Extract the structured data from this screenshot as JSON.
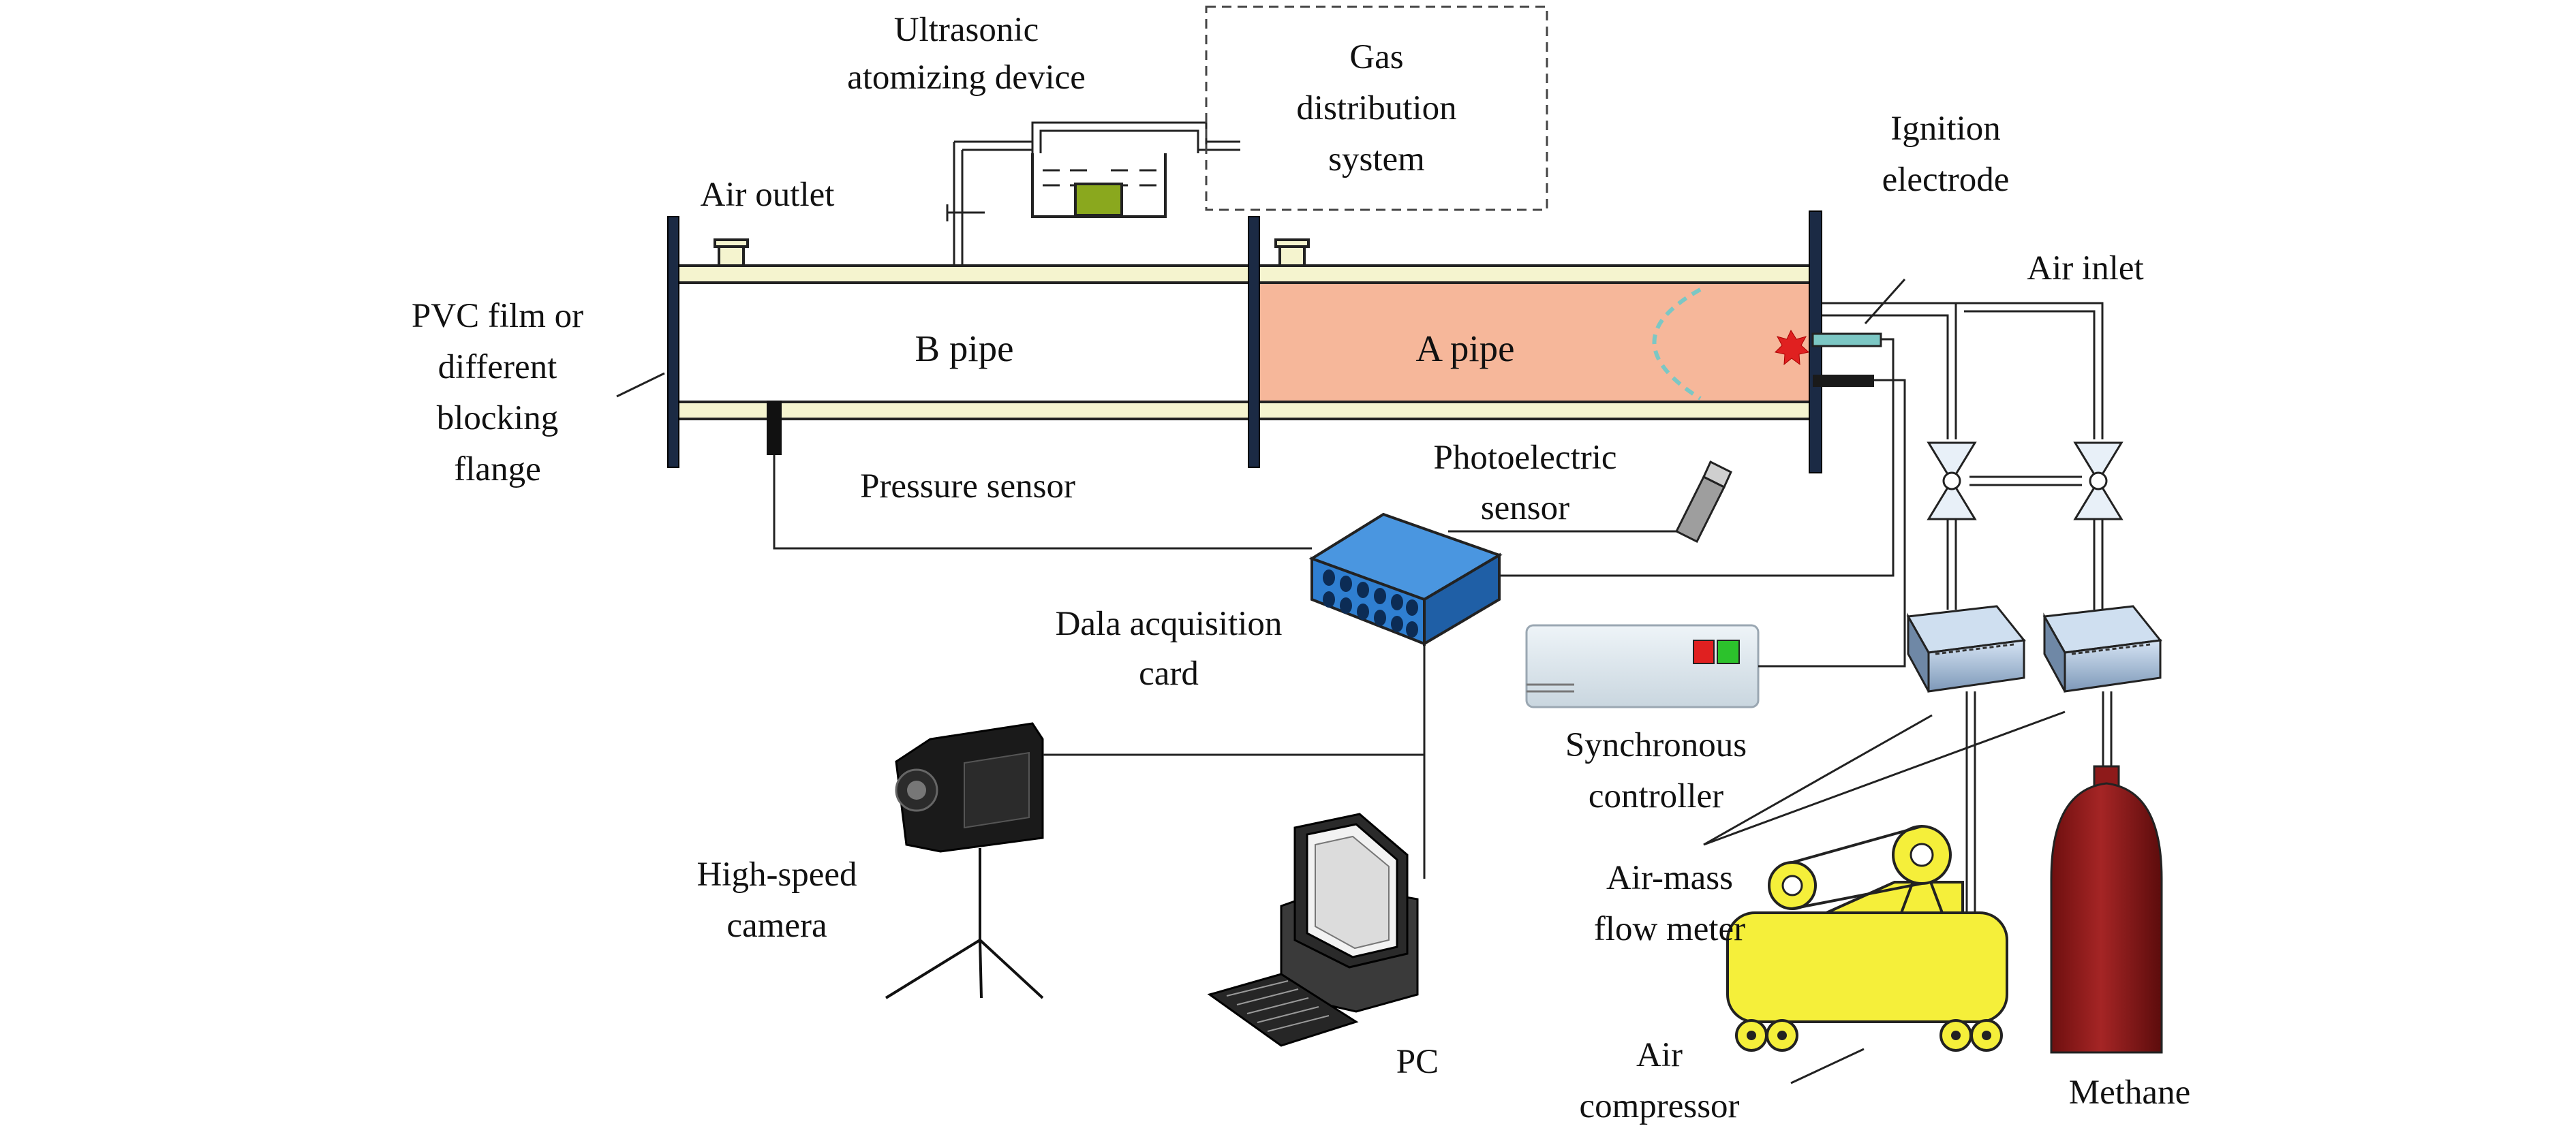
{
  "labels": {
    "ultrasonic": [
      "Ultrasonic",
      "atomizing device"
    ],
    "gas_distribution": [
      "Gas",
      "distribution",
      "system"
    ],
    "ignition_electrode": [
      "Ignition",
      "electrode"
    ],
    "air_outlet": "Air outlet",
    "air_inlet": "Air inlet",
    "pvc_film": [
      "PVC film or",
      "different",
      "blocking",
      "flange"
    ],
    "b_pipe": "B pipe",
    "a_pipe": "A pipe",
    "pressure_sensor": "Pressure sensor",
    "photoelectric_sensor": [
      "Photoelectric",
      "sensor"
    ],
    "daq_card": [
      "Dala acquisition",
      "card"
    ],
    "synchronous_controller": [
      "Synchronous",
      "controller"
    ],
    "high_speed_camera": [
      "High-speed",
      "camera"
    ],
    "air_mass_flow_meter": [
      "Air-mass",
      "flow meter"
    ],
    "pc": "PC",
    "air_compressor": [
      "Air",
      "compressor"
    ],
    "methane": "Methane"
  },
  "colors": {
    "a_pipe_fill": "#f6b79a",
    "pipe_wall": "#f5f4cf",
    "flange": "#1b2a44",
    "daq_card": "#2f7fd1",
    "compressor": "#f5ef3a",
    "methane_cylinder": "#8e1a1a",
    "flame_front": "#7cc7c4",
    "spark": "#e02020",
    "controller_red": "#e02020",
    "controller_green": "#2cc22c",
    "atomizer_block": "#8aa81e"
  }
}
